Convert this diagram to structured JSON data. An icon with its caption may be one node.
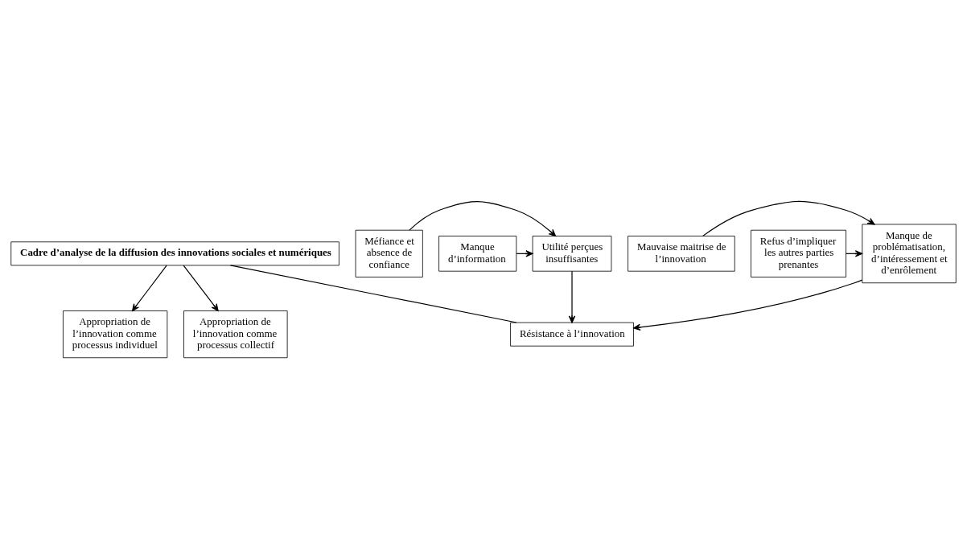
{
  "diagram": {
    "nodes": [
      {
        "text": [
          "Cadre d’analyse de la diffusion des innovations sociales et numériques"
        ]
      },
      {
        "text": [
          "Appropriation de l’innovation comme processus individuel"
        ]
      },
      {
        "text": [
          "Appropriation de l’innovation comme processus collectif"
        ]
      },
      {
        "text": [
          "Méfiance et absence de confiance"
        ]
      },
      {
        "text": [
          "Manque d’information"
        ]
      },
      {
        "text": [
          "Utilité perçues insuffisantes"
        ]
      },
      {
        "text": [
          "Manque de problématisation, d’intéressement et d’enrôlement"
        ]
      },
      {
        "text": [
          "Mauvaise maitrise de l’innovation"
        ]
      },
      {
        "text": [
          "Refus d’impliquer les autres parties prenantes"
        ]
      },
      {
        "text": [
          "Résistance à l’innovation"
        ]
      }
    ],
    "edges": [
      {
        "from": 0,
        "to": 1,
        "arrow": "to"
      },
      {
        "from": 0,
        "to": 2,
        "arrow": "to"
      },
      {
        "from": 0,
        "to": 9,
        "arrow": "none"
      },
      {
        "from": 3,
        "to": 5,
        "arrow": "to"
      },
      {
        "from": 4,
        "to": 5,
        "arrow": "to"
      },
      {
        "from": 7,
        "to": 6,
        "arrow": "to"
      },
      {
        "from": 8,
        "to": 6,
        "arrow": "to"
      },
      {
        "from": 5,
        "to": 9,
        "arrow": "to"
      },
      {
        "from": 6,
        "to": 9,
        "arrow": "to"
      }
    ]
  }
}
